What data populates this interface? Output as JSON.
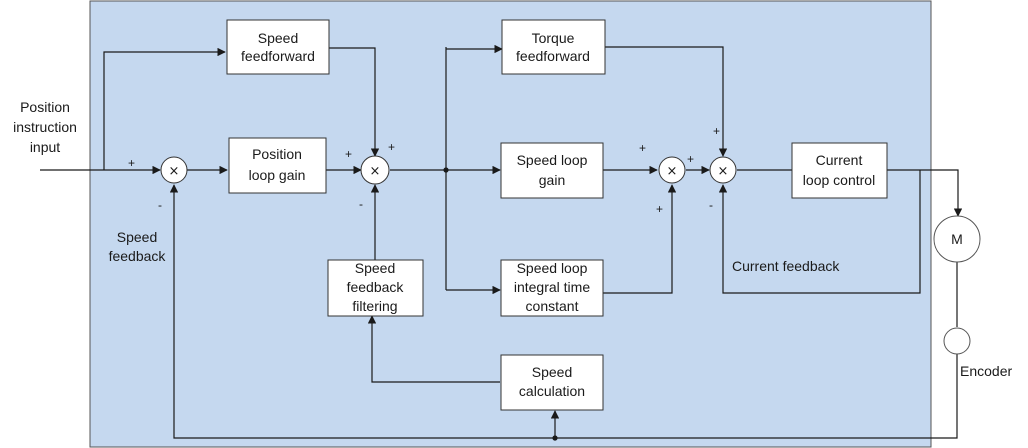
{
  "colors": {
    "panel_fill": "#c5d8ef",
    "panel_border": "#555555",
    "line": "#1a1a1a",
    "block_fill": "#ffffff"
  },
  "blocks": {
    "speed_feedforward": [
      "Speed",
      "feedforward"
    ],
    "position_loop_gain": [
      "Position",
      "loop gain"
    ],
    "speed_feedback_filtering": [
      "Speed",
      "feedback",
      "filtering"
    ],
    "torque_feedforward": [
      "Torque",
      "feedforward"
    ],
    "speed_loop_gain": [
      "Speed loop",
      "gain"
    ],
    "speed_loop_integral": [
      "Speed loop",
      "integral time",
      "constant"
    ],
    "current_loop_control": [
      "Current",
      "loop control"
    ],
    "speed_calculation": [
      "Speed",
      "calculation"
    ]
  },
  "labels": {
    "position_input": [
      "Position",
      "instruction",
      "input"
    ],
    "speed_feedback": [
      "Speed",
      "feedback"
    ],
    "current_feedback": "Current feedback",
    "motor": "M",
    "encoder": "Encoder"
  },
  "junction_symbol": "×",
  "signs": {
    "plus": "+",
    "minus": "-"
  }
}
